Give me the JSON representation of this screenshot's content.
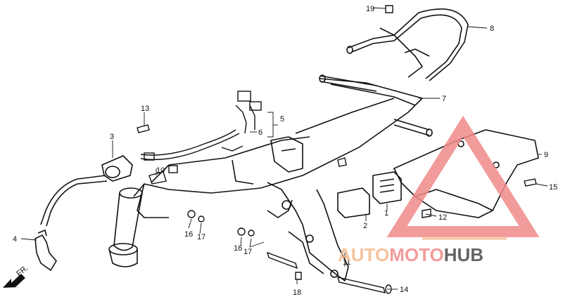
{
  "callouts": [
    {
      "id": "1",
      "label": "1"
    },
    {
      "id": "2",
      "label": "2"
    },
    {
      "id": "3",
      "label": "3"
    },
    {
      "id": "4",
      "label": "4"
    },
    {
      "id": "5",
      "label": "5"
    },
    {
      "id": "6",
      "label": "6"
    },
    {
      "id": "7",
      "label": "7"
    },
    {
      "id": "8",
      "label": "8"
    },
    {
      "id": "9",
      "label": "9"
    },
    {
      "id": "10",
      "label": "10"
    },
    {
      "id": "11",
      "label": "11"
    },
    {
      "id": "12",
      "label": "12"
    },
    {
      "id": "13",
      "label": "13"
    },
    {
      "id": "14",
      "label": "14"
    },
    {
      "id": "15",
      "label": "15"
    },
    {
      "id": "16a",
      "label": "16"
    },
    {
      "id": "16b",
      "label": "16"
    },
    {
      "id": "17a",
      "label": "17"
    },
    {
      "id": "17b",
      "label": "17"
    },
    {
      "id": "18",
      "label": "18"
    },
    {
      "id": "19",
      "label": "19"
    }
  ],
  "direction_label": "FR.",
  "watermark": {
    "part1": "AUTO",
    "part2": "MOTO",
    "part3": "HUB",
    "color_primary": "#f08a8a",
    "color_accent": "#f5b98c",
    "color_dark": "#4a4a4a"
  }
}
